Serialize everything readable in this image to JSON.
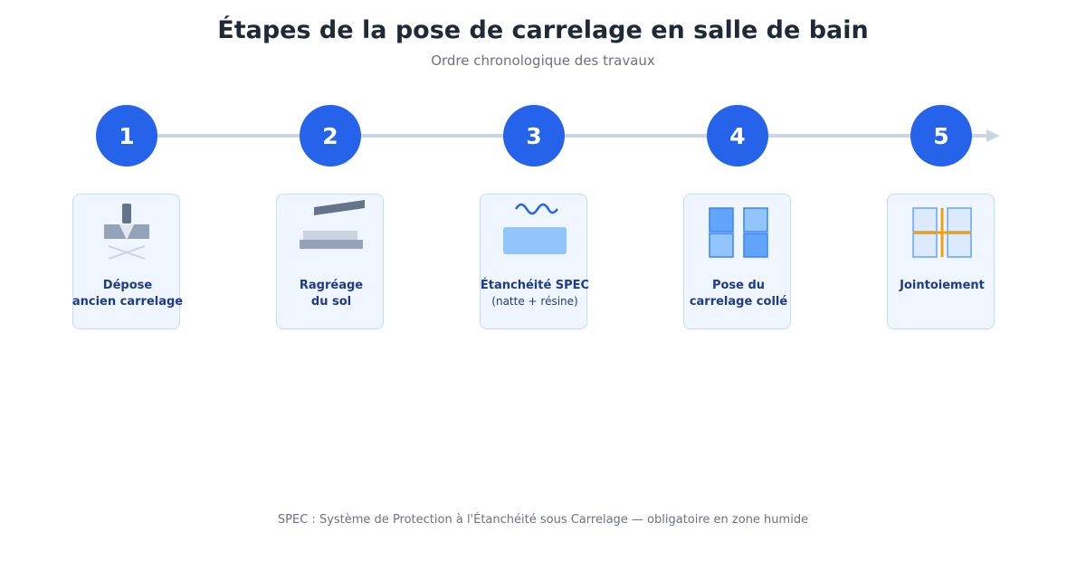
{
  "header": {
    "title": "Étapes de la pose de carrelage en salle de bain",
    "subtitle": "Ordre chronologique des travaux"
  },
  "steps": [
    {
      "number": "1",
      "label_lines": [
        "Dépose",
        "ancien carrelage"
      ],
      "note": "",
      "icon": "removal-icon"
    },
    {
      "number": "2",
      "label_lines": [
        "Ragréage",
        "du sol"
      ],
      "note": "",
      "icon": "leveling-icon"
    },
    {
      "number": "3",
      "label_lines": [
        "Étanchéité SPEC"
      ],
      "note": "(natte + résine)",
      "icon": "waterproofing-icon"
    },
    {
      "number": "4",
      "label_lines": [
        "Pose du",
        "carrelage collé"
      ],
      "note": "",
      "icon": "tile-laying-icon"
    },
    {
      "number": "5",
      "label_lines": [
        "Jointoiement"
      ],
      "note": "",
      "icon": "grout-joints-icon"
    }
  ],
  "footnote": "SPEC : Système de Protection à l'Étanchéité sous Carrelage — obligatoire en zone humide",
  "colors": {
    "accent": "#2563eb",
    "timeline": "#cbd5e1",
    "card_bg": "#eff6ff",
    "card_border": "#bfdbfe",
    "label": "#1e3a8a",
    "grout": "#f59e0b"
  }
}
